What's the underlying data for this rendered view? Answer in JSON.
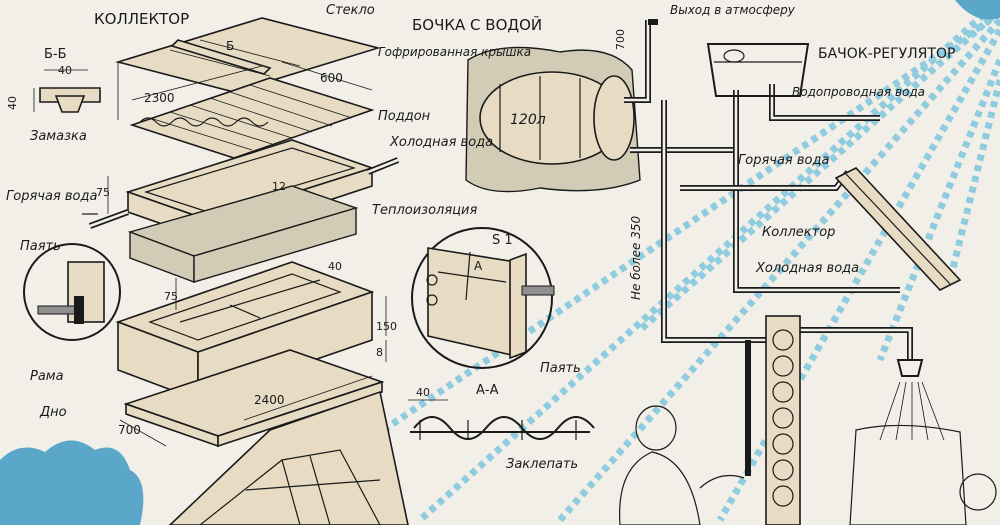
{
  "labels": {
    "collector_title": "КОЛЛЕКТОР",
    "glass": "Стекло",
    "corrugated_roof": "Гофрированная крышка",
    "section_bb": "Б-Б",
    "sec_b_mark": "Б",
    "dim_40_bb": "40",
    "dim_40_side": "40",
    "dim_600": "600",
    "dim_2300": "2300",
    "putty": "Замазка",
    "tray": "Поддон",
    "cold_water": "Холодная вода",
    "hot_water_left": "Горячая вода",
    "dim_75_a": "75",
    "dim_12": "12",
    "insulation": "Теплоизоляция",
    "solder_left": "Паять",
    "dim_40_frame": "40",
    "dim_75_b": "75",
    "dim_150": "150",
    "dim_8": "8",
    "frame": "Рама",
    "bottom": "Дно",
    "dim_2400": "2400",
    "dim_700_bottom": "700",
    "detail_s1": "S 1",
    "detail_a_mark": "А",
    "solder_right": "Паять",
    "section_aa": "А-А",
    "dim_40_aa": "40",
    "rivet": "Заклепать",
    "barrel_title": "БОЧКА С ВОДОЙ",
    "barrel_volume": "120л",
    "dim_700_pipe": "700",
    "vent": "Выход в атмосферу",
    "regulator_tank": "БАЧОК-РЕГУЛЯТОР",
    "tap_water": "Водопроводная вода",
    "hot_water_right": "Горячая вода",
    "collector_right": "Коллектор",
    "cold_water_right": "Холодная вода",
    "max_350": "Не более 350"
  },
  "colors": {
    "ink": "#1a1a1a",
    "paper": "#f1efe7",
    "sun_rays": "#7fc6de",
    "wood": "#e7dcc3",
    "blue_shape": "#5aa7c9"
  }
}
